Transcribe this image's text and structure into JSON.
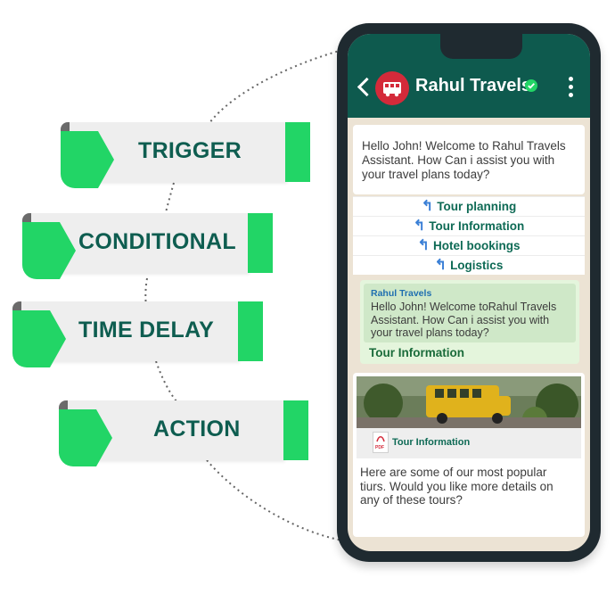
{
  "tags": [
    {
      "label": "TRIGGER"
    },
    {
      "label": "CONDITIONAL"
    },
    {
      "label": "TIME DELAY"
    },
    {
      "label": "ACTION"
    }
  ],
  "header": {
    "contact_name": "Rahul Travels",
    "icons": [
      "back-icon",
      "bus-avatar",
      "verified-icon",
      "more-menu-icon"
    ]
  },
  "messages": {
    "welcome": "Hello John! Welcome to Rahul Travels Assistant. How Can i assist you with your travel plans today?",
    "quick_replies": [
      {
        "label": "Tour planning"
      },
      {
        "label": "Tour Information"
      },
      {
        "label": "Hotel bookings"
      },
      {
        "label": "Logistics"
      }
    ],
    "quoted": {
      "sender": "Rahul Travels",
      "text": "Hello John! Welcome toRahul Travels Assistant. How Can i assist you with your travel plans today?"
    },
    "user_reply": "Tour Information",
    "document": {
      "name": "Tour Information",
      "icon": "pdf-icon"
    },
    "tours": "Here are some of our most popular tiurs. Would you like more details on any of these tours?"
  },
  "colors": {
    "brand_green": "#22d566",
    "dark_teal": "#0e5a4e",
    "label_teal": "#0e5d50",
    "chat_bg": "#ece3d4"
  }
}
